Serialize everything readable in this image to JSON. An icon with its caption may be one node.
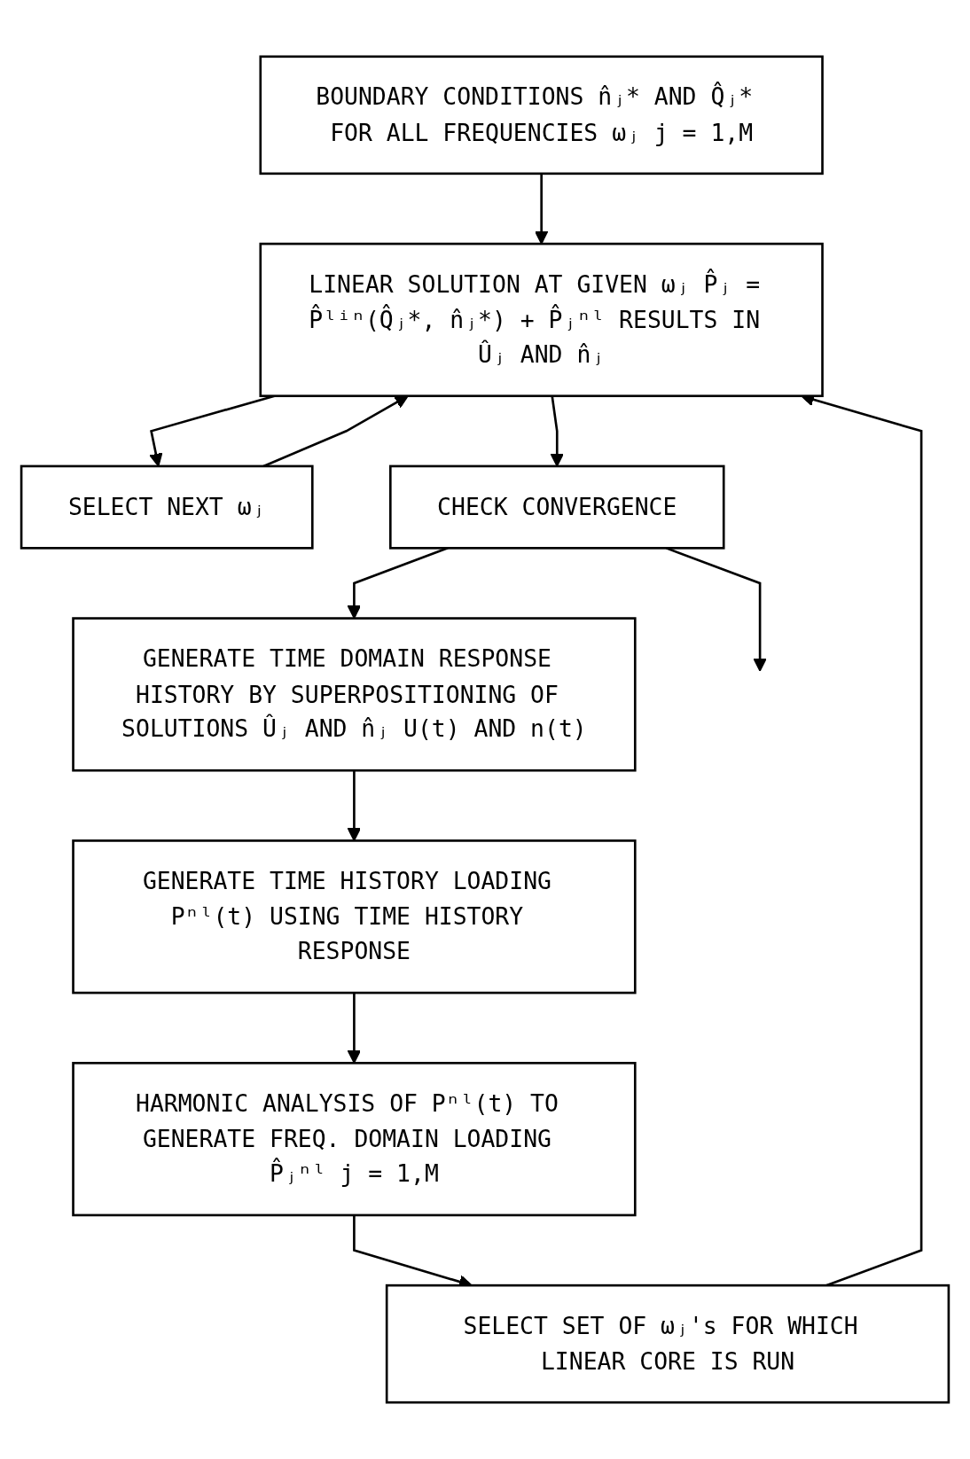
{
  "diagram": {
    "nodes": [
      {
        "text": [
          "BOUNDARY CONDITIONS n̂ⱼ* AND Q̂ⱼ* FOR ALL FREQUENCIES ωⱼ j = 1,M"
        ]
      },
      {
        "text": [
          "LINEAR SOLUTION AT GIVEN ωⱼ P̂ⱼ = P̂ˡⁱⁿ(Q̂ⱼ*, n̂ⱼ*) + P̂ⱼⁿˡ RESULTS IN Ûⱼ AND n̂ⱼ"
        ]
      },
      {
        "text": [
          "SELECT NEXT ωⱼ"
        ]
      },
      {
        "text": [
          "CHECK CONVERGENCE"
        ]
      },
      {
        "text": [
          "GENERATE TIME DOMAIN RESPONSE HISTORY BY SUPERPOSITIONING OF SOLUTIONS Ûⱼ AND n̂ⱼ U(t) AND n(t)"
        ]
      },
      {
        "text": [
          "GENERATE TIME HISTORY LOADING Pⁿˡ(t) USING TIME HISTORY RESPONSE"
        ]
      },
      {
        "text": [
          "HARMONIC ANALYSIS OF Pⁿˡ(t) TO GENERATE FREQ. DOMAIN LOADING P̂ⱼⁿˡ j = 1,M"
        ]
      },
      {
        "text": [
          "SELECT SET OF ωⱼ's FOR WHICH LINEAR CORE IS RUN"
        ]
      }
    ],
    "edges": [
      {
        "from": 0,
        "to": 1,
        "arrow": "to"
      },
      {
        "from": 1,
        "to": 2,
        "arrow": "to"
      },
      {
        "from": 2,
        "to": 1,
        "arrow": "to"
      },
      {
        "from": 1,
        "to": 3,
        "arrow": "to"
      },
      {
        "from": 3,
        "to": null,
        "arrow": "to"
      },
      {
        "from": 3,
        "to": 4,
        "arrow": "to"
      },
      {
        "from": 4,
        "to": 5,
        "arrow": "to"
      },
      {
        "from": 5,
        "to": 6,
        "arrow": "to"
      },
      {
        "from": 6,
        "to": 7,
        "arrow": "to"
      },
      {
        "from": 7,
        "to": 1,
        "arrow": "to"
      }
    ]
  }
}
